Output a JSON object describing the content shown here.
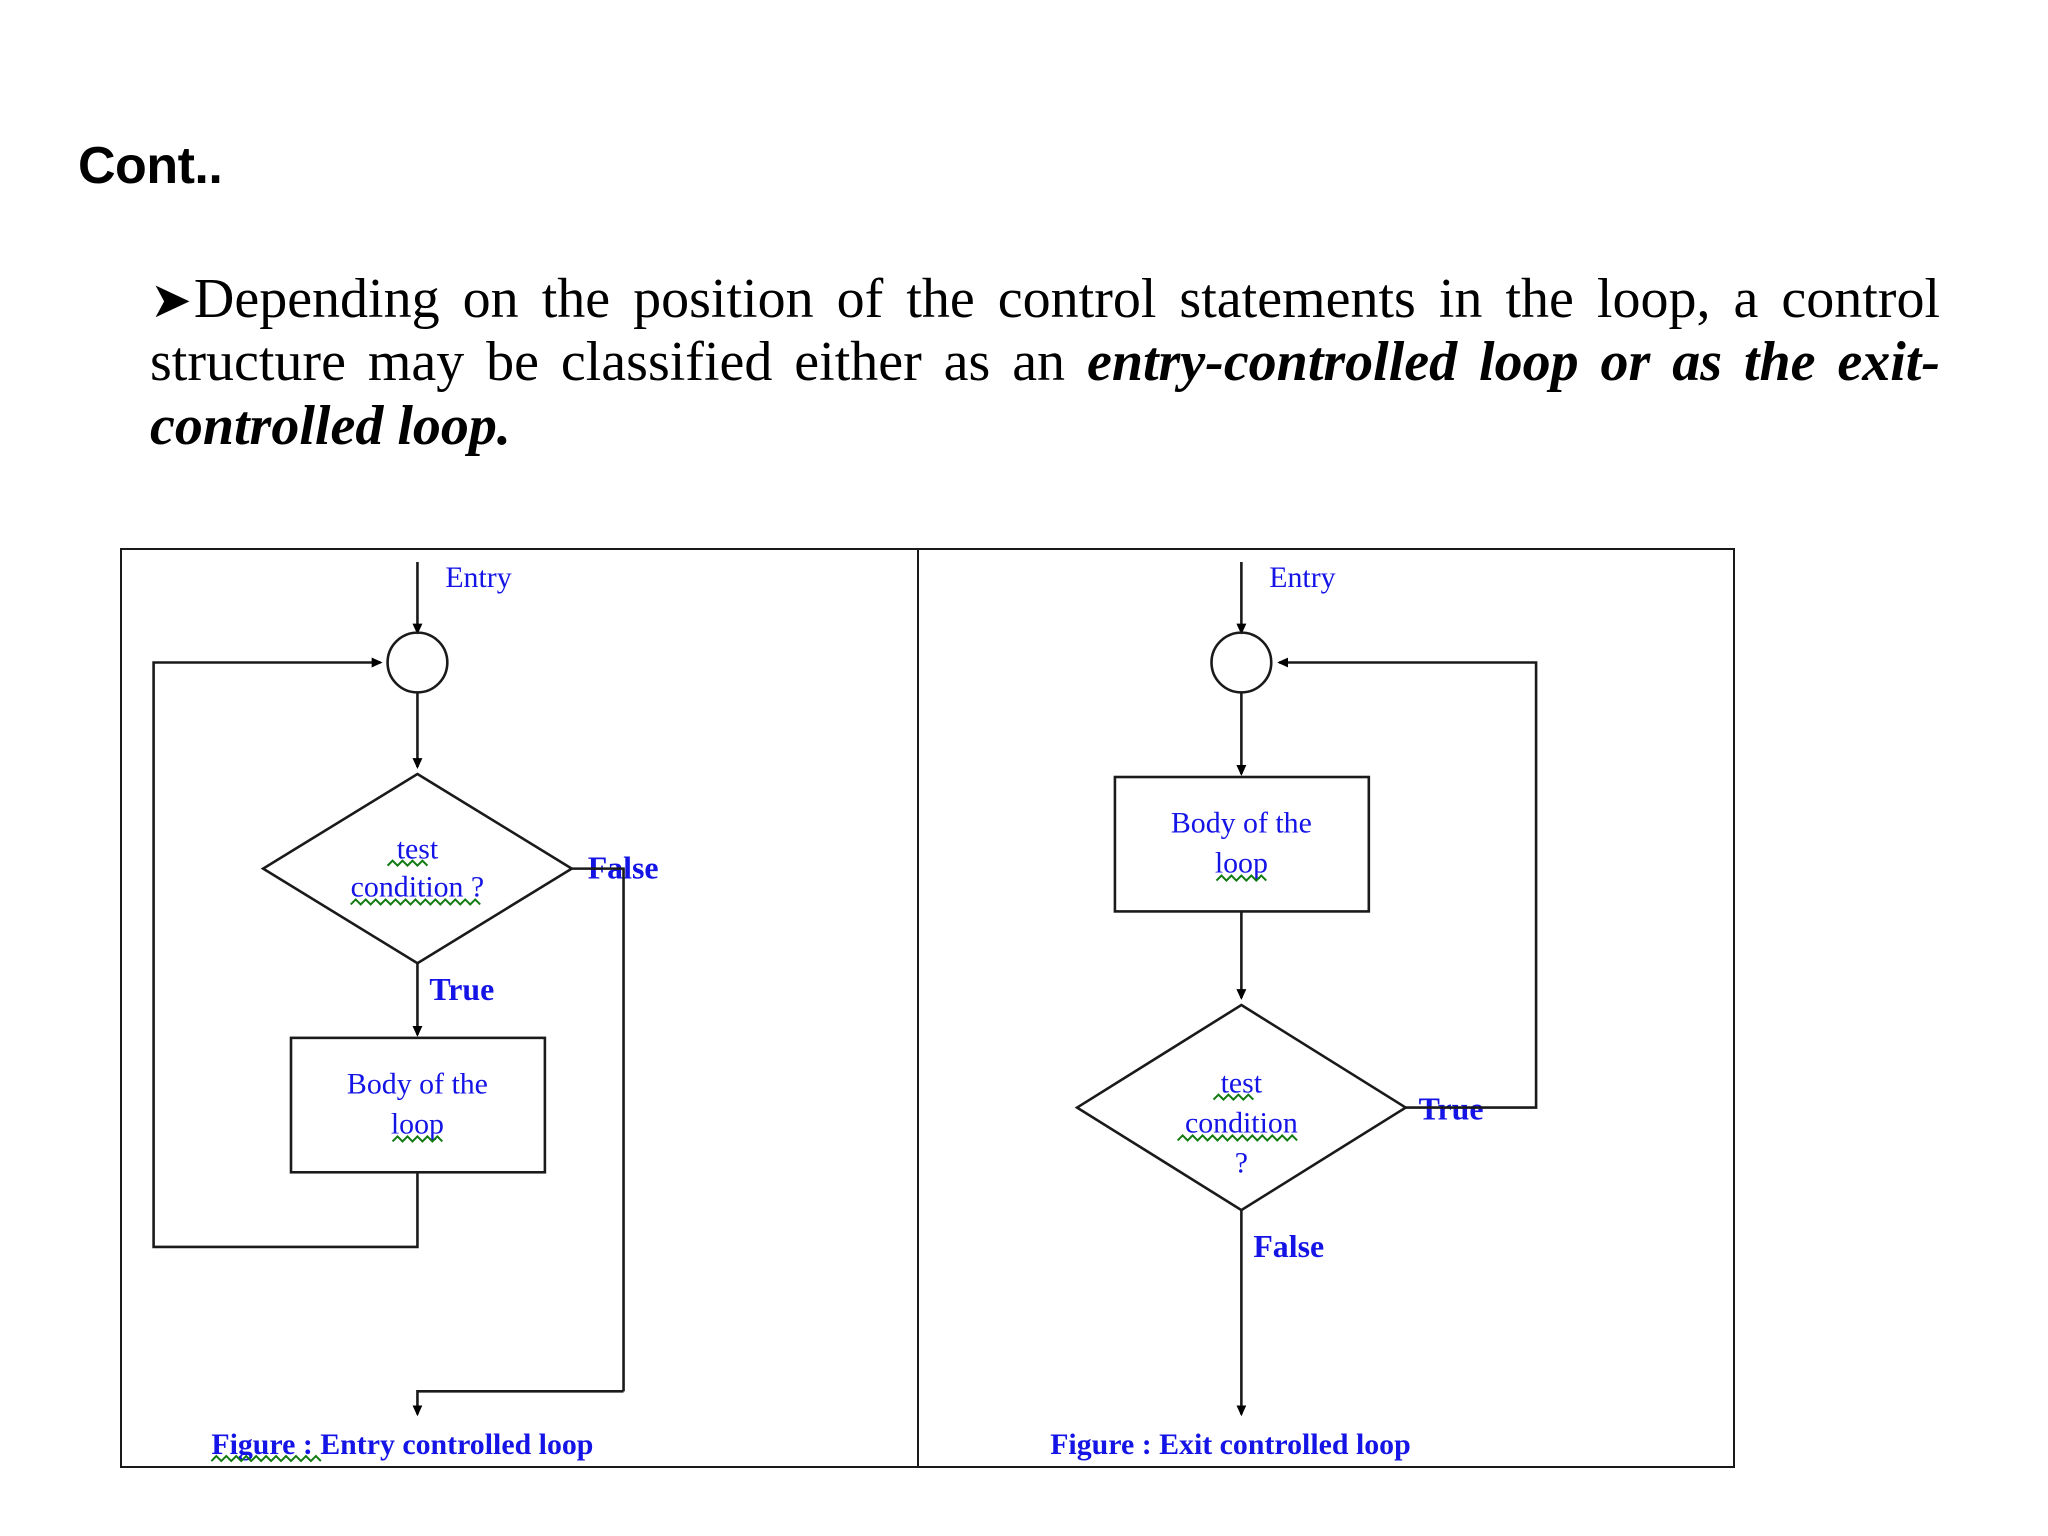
{
  "slide": {
    "title": "Cont..",
    "bullet_icon": "arrow-bullet-icon",
    "paragraph_lead": "Depending on the position of the control statements in the loop, a control structure may be classified either as an ",
    "paragraph_emphasis": "entry-controlled loop or as the exit-controlled loop."
  },
  "figure": {
    "entry_controlled": {
      "caption": "Figure : Entry controlled loop",
      "entry_label": "Entry",
      "decision_line1": "test",
      "decision_line2": "condition ?",
      "branch_false": "False",
      "branch_true": "True",
      "body_line1": "Body of the",
      "body_line2": "loop"
    },
    "exit_controlled": {
      "caption": "Figure : Exit controlled loop",
      "entry_label": "Entry",
      "body_line1": "Body of the",
      "body_line2": "loop",
      "decision_line1": "test",
      "decision_line2": "condition",
      "decision_line3": "?",
      "branch_true": "True",
      "branch_false": "False"
    }
  },
  "colors": {
    "label_blue": "#1414e6",
    "stroke_black": "#1a1a1a",
    "spellcheck_green": "#117a11",
    "page_background": "#ffffff"
  }
}
